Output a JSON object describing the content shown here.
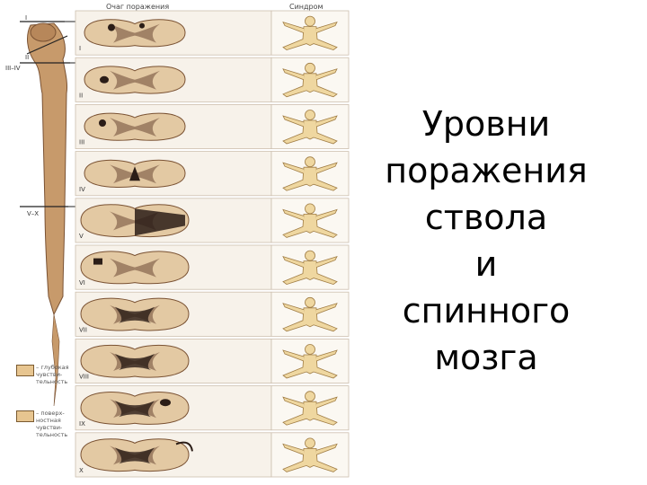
{
  "figure": {
    "header_lesion": "Очаг поражения",
    "header_syndrome": "Синдром",
    "levels": [
      "I",
      "II",
      "III",
      "IV",
      "V",
      "VI",
      "VII",
      "VIII",
      "IX",
      "X"
    ],
    "cord_marks": [
      "I",
      "II",
      "III–IV",
      "V–X"
    ],
    "colors": {
      "tissue": "#e3c9a3",
      "lesion": "#2b1d17",
      "grey_matter": "#8b6a52",
      "skin": "#efd7a0"
    }
  },
  "legend": {
    "deep_sensitivity": "– глубокая чувстви- тельность",
    "surface_sensitivity": "– поверх- ностная чувстви- тельность"
  },
  "title": {
    "lines": [
      "Уровни",
      "поражения",
      "ствола",
      "и",
      "спинного",
      "мозга"
    ]
  }
}
